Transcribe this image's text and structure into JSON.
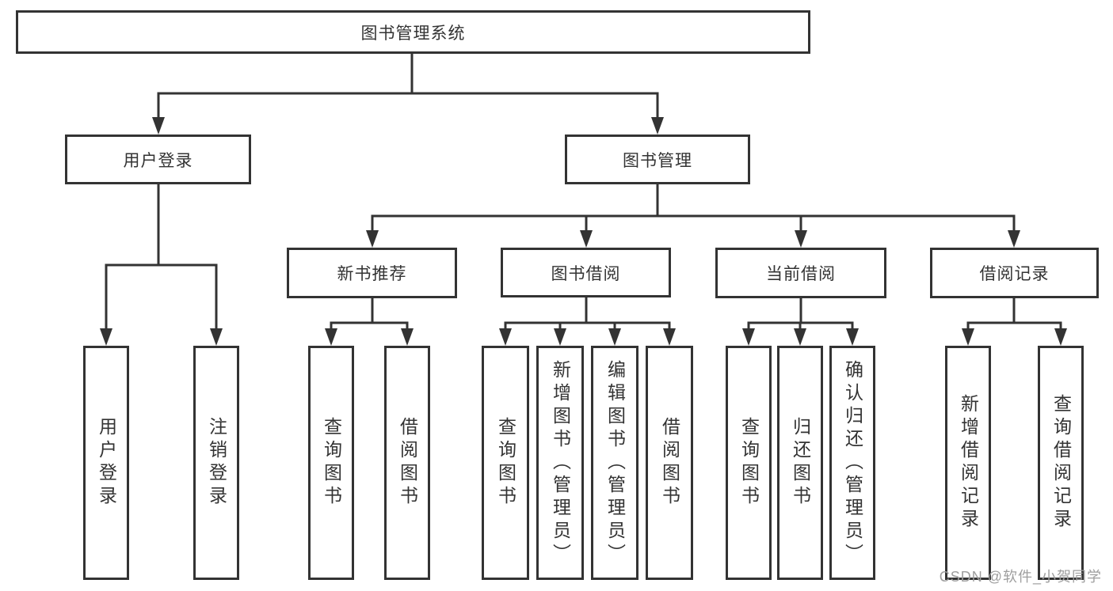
{
  "diagram": {
    "root_label": "图书管理系统",
    "branches": [
      {
        "label": "用户登录",
        "children": [
          {
            "label": "用户登录"
          },
          {
            "label": "注销登录"
          }
        ]
      },
      {
        "label": "图书管理",
        "groups": [
          {
            "label": "新书推荐",
            "children": [
              {
                "label": "查询图书"
              },
              {
                "label": "借阅图书"
              }
            ]
          },
          {
            "label": "图书借阅",
            "children": [
              {
                "label": "查询图书"
              },
              {
                "label": "新增图书（管理员）"
              },
              {
                "label": "编辑图书（管理员）"
              },
              {
                "label": "借阅图书"
              }
            ]
          },
          {
            "label": "当前借阅",
            "children": [
              {
                "label": "查询图书"
              },
              {
                "label": "归还图书"
              },
              {
                "label": "确认归还（管理员）"
              }
            ]
          },
          {
            "label": "借阅记录",
            "children": [
              {
                "label": "新增借阅记录"
              },
              {
                "label": "查询借阅记录"
              }
            ]
          }
        ]
      }
    ],
    "watermark": "CSDN @软件_小贺同学",
    "colors": {
      "line": "#333333",
      "text": "#333333",
      "watermark": "#9e9e9e",
      "background": "#ffffff"
    }
  }
}
